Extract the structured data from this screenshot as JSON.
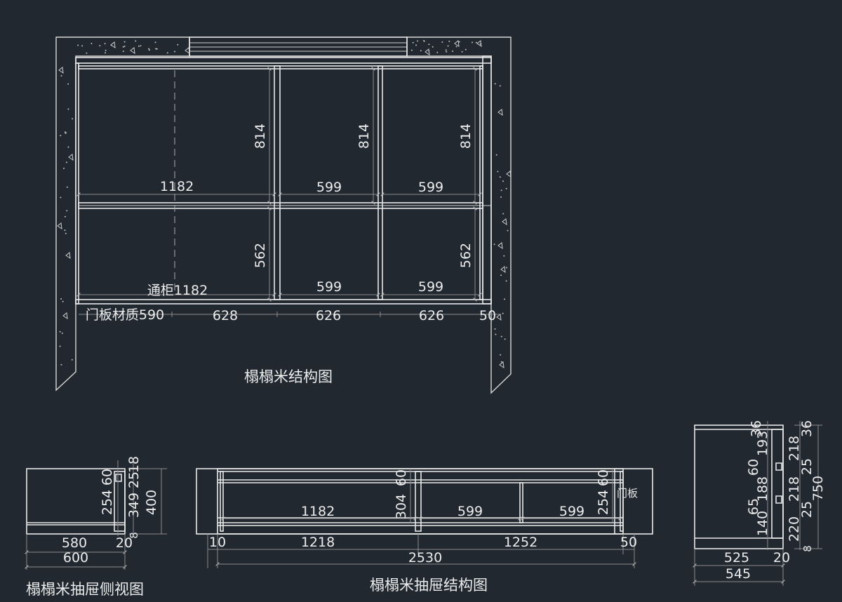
{
  "colors": {
    "background": "#212830",
    "linework": "#e9e9e9",
    "dimension": "#8c8c8c"
  },
  "titles": {
    "structure": "榻榻米结构图",
    "drawer_side": "榻榻米抽屉侧视图",
    "drawer_structure": "榻榻米抽屉结构图"
  },
  "structure": {
    "widths_top": [
      "1182",
      "599",
      "599"
    ],
    "widths_bottom": [
      "通柜1182",
      "599",
      "599"
    ],
    "heights_top": [
      "814",
      "814",
      "814"
    ],
    "heights_bottom": [
      "562",
      "562"
    ],
    "baseline": [
      "门板材质590",
      "628",
      "626",
      "626",
      "50"
    ]
  },
  "drawer_side": {
    "vertical": [
      "60",
      "254",
      "25",
      "18",
      "349",
      "8",
      "400"
    ],
    "bottom": [
      "580",
      "20"
    ],
    "total": "600"
  },
  "drawer_structure": {
    "inner": [
      "1182",
      "599",
      "599"
    ],
    "vertical": [
      "60",
      "304",
      "60",
      "254"
    ],
    "door_label": "门板",
    "bottom": [
      "10",
      "1218",
      "1252",
      "50"
    ],
    "total": "2530"
  },
  "right_view": {
    "left_dims": [
      "36",
      "193",
      "60",
      "188",
      "65",
      "140"
    ],
    "right_dims": [
      "36",
      "218",
      "25",
      "218",
      "25",
      "220",
      "8"
    ],
    "total": "750",
    "bottom": [
      "525",
      "20"
    ],
    "overall": "545"
  }
}
